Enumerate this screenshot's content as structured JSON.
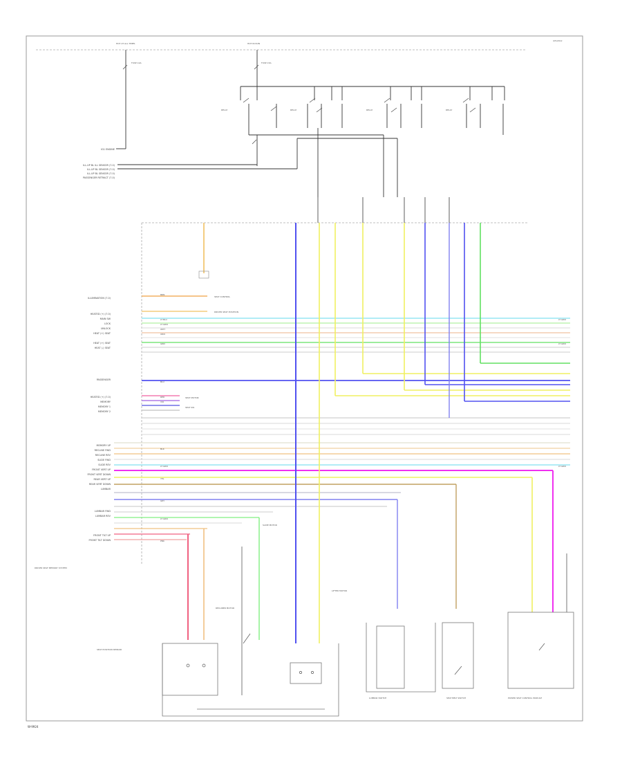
{
  "diagram": {
    "corner_code": "4/5/2012",
    "left_labels": [
      "IG1 ENGINE",
      "ILL-UP BL ILL SENSOR (7.0)",
      "ILL-UP BL SENSOR (7.0)",
      "ILL-UP BL SENSOR (7.0)",
      "PASSENGER RETRACT (7.0)",
      "ILLUMINATION (7.0)",
      "HEATED (+) (7.0)",
      "MAIN SW",
      "LOCK",
      "UNLOCK",
      "HEAT (+) SEAT",
      "HEAT (+) SEAT",
      "HEAT (-) SEAT",
      "PASSENGER",
      "HEATED (+) (7.0)",
      "MEMORY",
      "MEMORY 1",
      "MEMORY 2",
      "MEMORY UP",
      "RECLINE FWD",
      "RECLINE REV",
      "SLIDE FWD",
      "SLIDE REV",
      "FRONT VERT UP",
      "FRONT VERT DOWN",
      "REAR VERT UP",
      "REAR VERT DOWN",
      "LUMBAR",
      "LUMBAR FWD",
      "LUMBAR REV",
      "FRONT TILT UP",
      "FRONT TILT DOWN"
    ],
    "connector_labels": [
      "LT GRN",
      "BRN",
      "LT BLU",
      "WHT",
      "YEL",
      "GRN",
      "PNK",
      "BLK",
      "GRY",
      "ORN",
      "VIO",
      "RED",
      "BLU"
    ],
    "top_labels": [
      "HOT AT ALL TIMES",
      "HOT IN RUN",
      "FUSE 10A",
      "FUSE 15A",
      "RELAY",
      "RELAY",
      "RELAY",
      "RELAY"
    ],
    "callouts": [
      "SEAT CONTROL",
      "DRIVER SEAT POSITION",
      "SEAT MOTOR",
      "SEAT SW"
    ],
    "bottom_captions": [
      "SEAT POSITION SENSOR",
      "RECLINER MOTOR",
      "SLIDE MOTOR",
      "LUMBAR SWITCH",
      "LIFTER MOTOR",
      "SEAT BELT SWITCH",
      "POWER SEAT CONTROL MODULE"
    ],
    "note_left": "DRIVER SEAT MEMORY SYSTEM",
    "footer_code": "W-9924"
  }
}
